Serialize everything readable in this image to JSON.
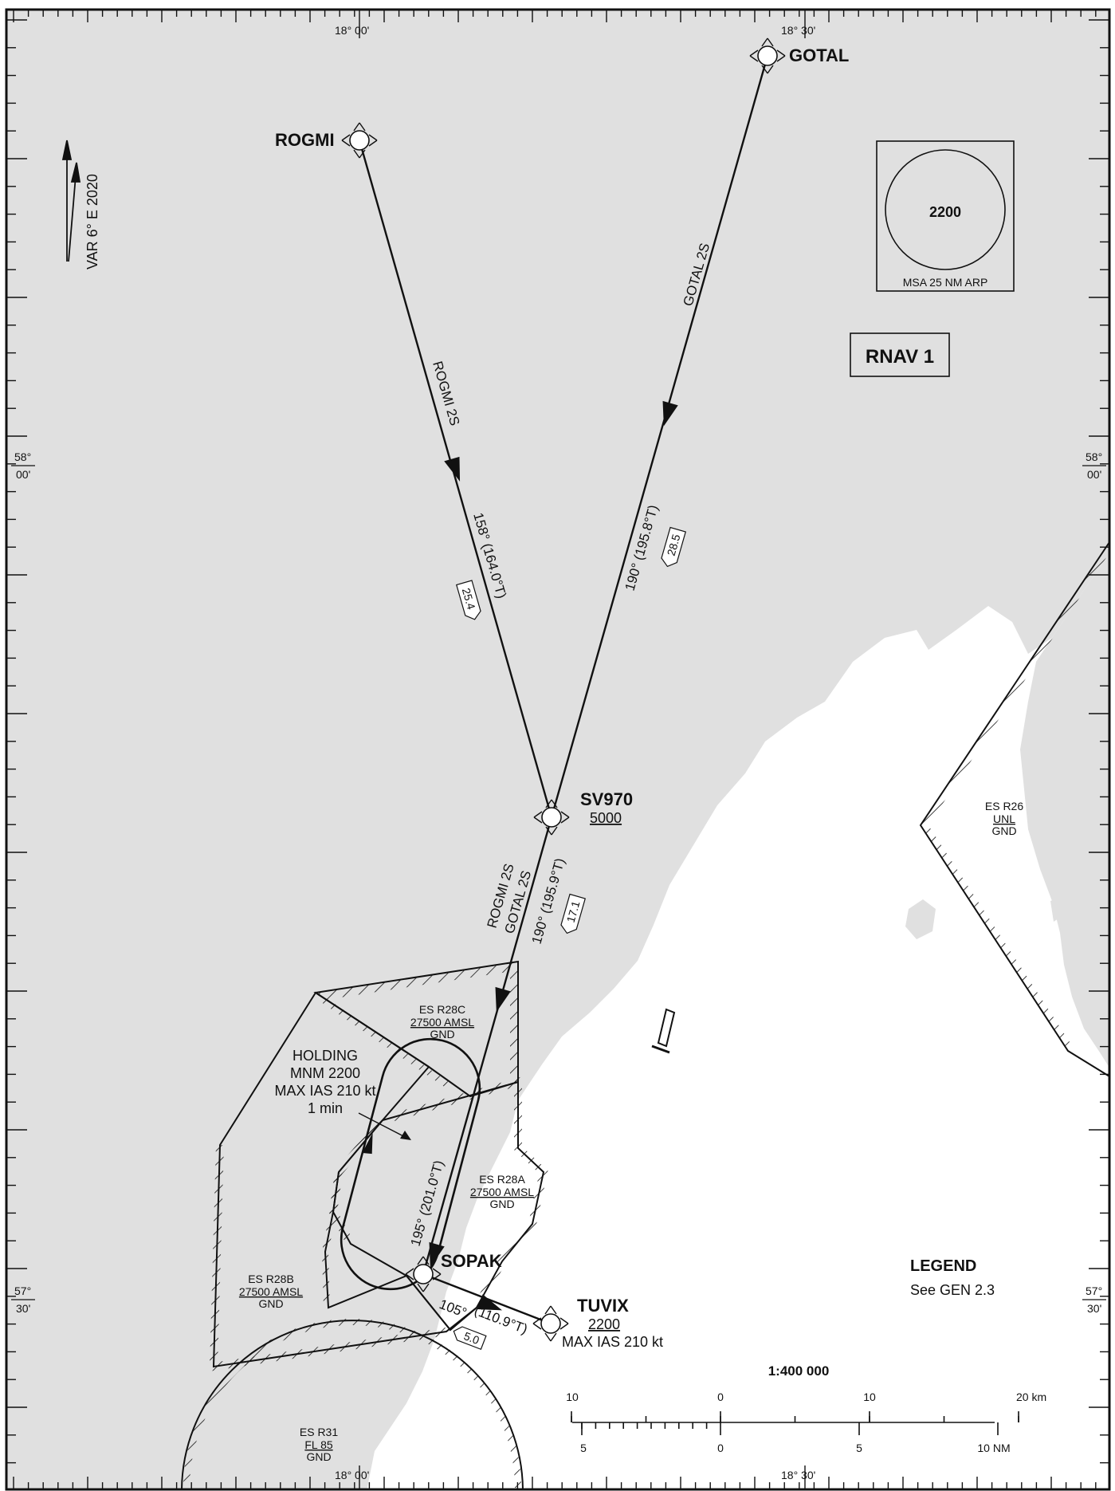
{
  "colors": {
    "land": "#e0e0e0",
    "sea": "#ffffff",
    "ink": "#111111"
  },
  "grid": {
    "top_lon_left": "18° 00'",
    "top_lon_right": "18° 30'",
    "bottom_lon_left": "18° 00'",
    "bottom_lon_right": "18° 30'",
    "lat_58_deg": "58°",
    "lat_58_min": "00'",
    "lat_57_deg": "57°",
    "lat_57_min": "30'"
  },
  "variation": "VAR 6° E 2020",
  "msa": {
    "altitude": "2200",
    "label": "MSA 25 NM ARP"
  },
  "nav_spec": "RNAV 1",
  "waypoints": {
    "rogmi": {
      "name": "ROGMI"
    },
    "gotal": {
      "name": "GOTAL"
    },
    "sv970": {
      "name": "SV970",
      "altitude": "5000"
    },
    "sopak": {
      "name": "SOPAK"
    },
    "tuvix": {
      "name": "TUVIX",
      "altitude": "2200",
      "speed": "MAX IAS 210 kt"
    }
  },
  "routes": {
    "rogmi_label": "ROGMI 2S",
    "rogmi_track": "158° (164.0°T)",
    "rogmi_dist": "25.4",
    "gotal_label": "GOTAL 2S",
    "gotal_track": "190° (195.8°T)",
    "gotal_dist": "28.5",
    "sv970_label_1": "ROGMI 2S",
    "sv970_label_2": "GOTAL 2S",
    "sv970_track": "190° (195.9°T)",
    "sv970_dist": "17.1",
    "sopak_track": "195° (201.0°T)",
    "tuvix_track_mag": "105°",
    "tuvix_track_true": "(110.9°T)",
    "tuvix_dist": "5.0"
  },
  "holding": {
    "line1": "HOLDING",
    "line2": "MNM 2200",
    "line3": "MAX IAS 210 kt",
    "line4": "1 min"
  },
  "airspaces": {
    "r28c": {
      "name": "ES R28C",
      "upper": "27500 AMSL",
      "lower": "GND"
    },
    "r28a": {
      "name": "ES R28A",
      "upper": "27500 AMSL",
      "lower": "GND"
    },
    "r28b": {
      "name": "ES R28B",
      "upper": "27500 AMSL",
      "lower": "GND"
    },
    "r26": {
      "name": "ES R26",
      "upper": "UNL",
      "lower": "GND"
    },
    "r31": {
      "name": "ES R31",
      "upper": "FL 85",
      "lower": "GND"
    }
  },
  "legend": {
    "title": "LEGEND",
    "text": "See GEN 2.3"
  },
  "scale": {
    "ratio": "1:400 000",
    "km_labels": [
      "10",
      "0",
      "10",
      "20 km"
    ],
    "nm_labels": [
      "5",
      "0",
      "5",
      "10 NM"
    ]
  }
}
